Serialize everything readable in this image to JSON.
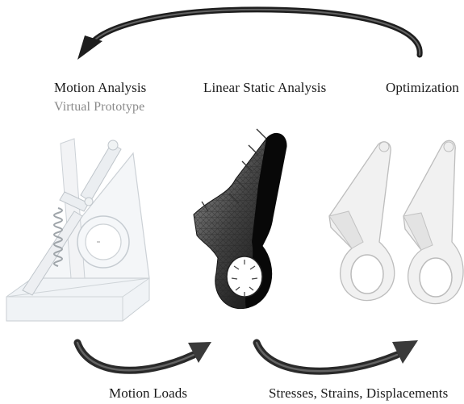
{
  "stages": {
    "motion_analysis": "Motion Analysis",
    "virtual_prototype": "Virtual Prototype",
    "linear_static_analysis": "Linear Static Analysis",
    "optimization": "Optimization"
  },
  "transfers": {
    "motion_loads": "Motion Loads",
    "stresses": "Stresses, Strains, Displacements"
  },
  "colors": {
    "arrow": "#2b2b2b",
    "arrow_light": "#7a7a7a",
    "text": "#1a1a1a",
    "subtext": "#8a8a8a",
    "fea_mesh": "#111111"
  }
}
